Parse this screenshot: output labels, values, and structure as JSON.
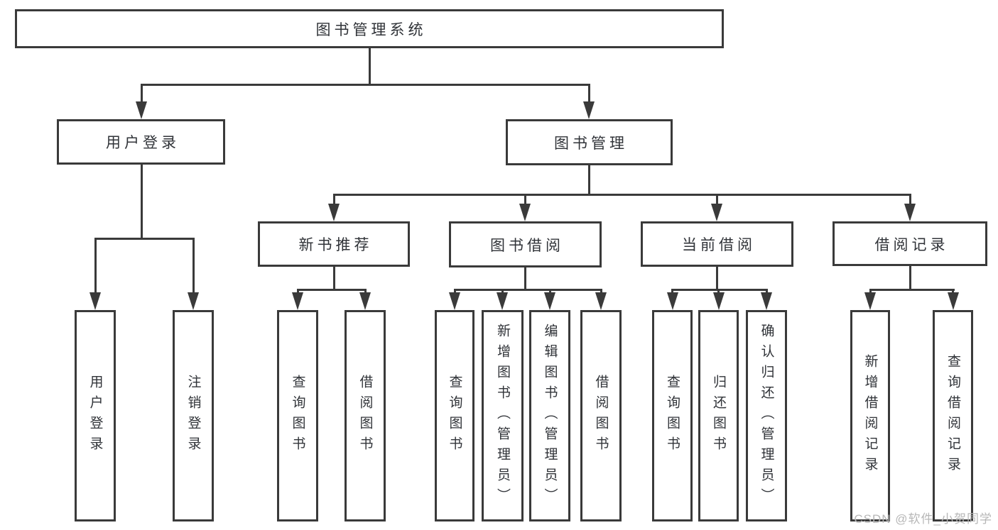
{
  "diagram": {
    "tree": {
      "label": "图书管理系统",
      "children": [
        {
          "label": "用户登录",
          "children": [
            {
              "label": "用户登录"
            },
            {
              "label": "注销登录"
            }
          ]
        },
        {
          "label": "图书管理",
          "children": [
            {
              "label": "新书推荐",
              "children": [
                {
                  "label": "查询图书"
                },
                {
                  "label": "借阅图书"
                }
              ]
            },
            {
              "label": "图书借阅",
              "children": [
                {
                  "label": "查询图书"
                },
                {
                  "label": "新增图书（管理员）"
                },
                {
                  "label": "编辑图书（管理员）"
                },
                {
                  "label": "借阅图书"
                }
              ]
            },
            {
              "label": "当前借阅",
              "children": [
                {
                  "label": "查询图书"
                },
                {
                  "label": "归还图书"
                },
                {
                  "label": "确认归还（管理员）"
                }
              ]
            },
            {
              "label": "借阅记录",
              "children": [
                {
                  "label": "新增借阅记录"
                },
                {
                  "label": "查询借阅记录"
                }
              ]
            }
          ]
        }
      ]
    }
  },
  "watermark": {
    "text": "CSDN @软件_小贺同学"
  },
  "colors": {
    "line": "#3a3a3a",
    "text": "#303338",
    "watermark": "#b7b7b7",
    "background": "#ffffff"
  }
}
